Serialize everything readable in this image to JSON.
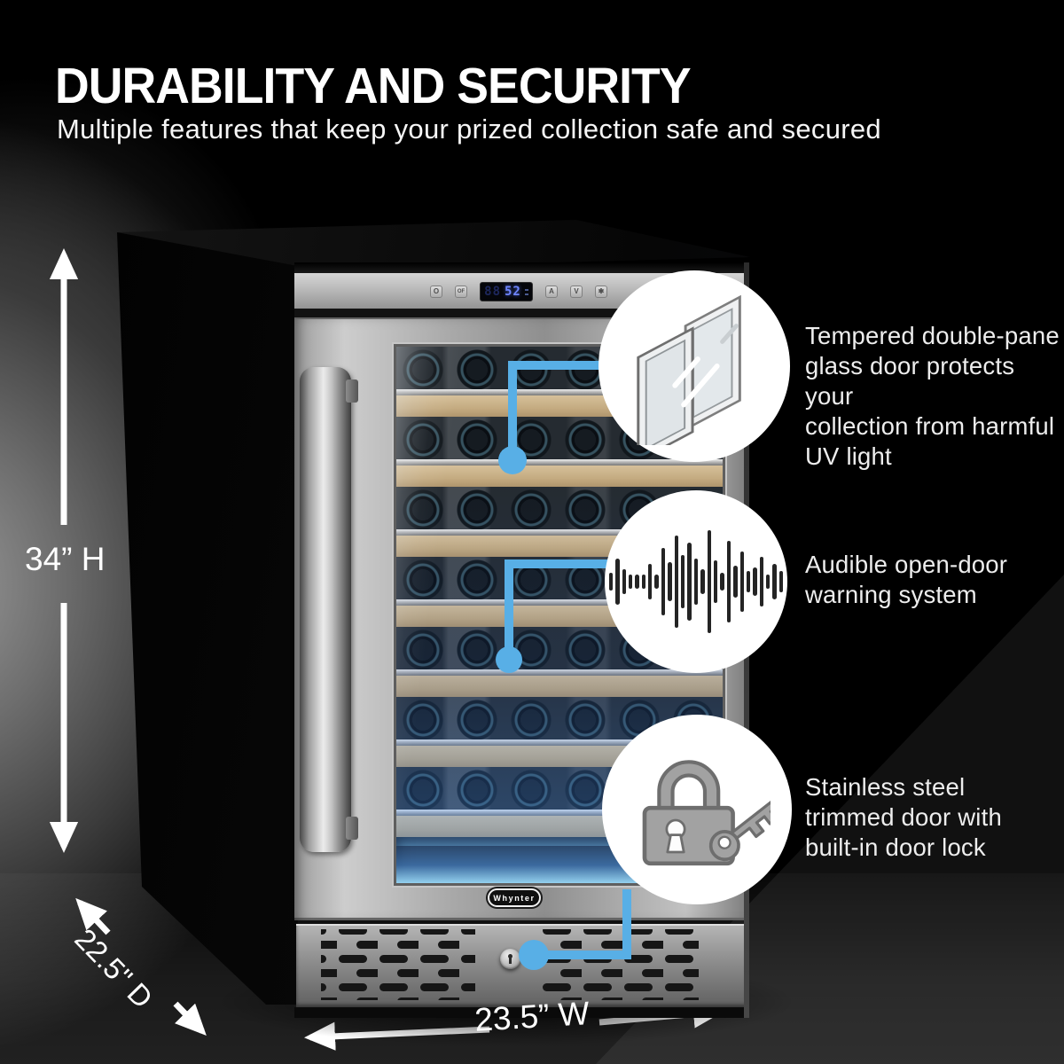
{
  "header": {
    "title": "DURABILITY AND SECURITY",
    "subtitle": "Multiple features that keep your prized collection safe and secured"
  },
  "features": [
    {
      "icon": "double-pane-glass-icon",
      "lines": [
        "Tempered double-pane",
        "glass door protects your",
        "collection from harmful",
        "UV light"
      ]
    },
    {
      "icon": "audio-waveform-icon",
      "lines": [
        "Audible open-door",
        "warning system"
      ]
    },
    {
      "icon": "lock-and-key-icon",
      "lines": [
        "Stainless steel",
        "trimmed door with",
        "built-in door lock"
      ]
    }
  ],
  "dimensions": {
    "height": "34” H",
    "depth": "22.5\" D",
    "width": "23.5” W"
  },
  "product": {
    "brand": "Whynter",
    "display": {
      "ghost": "88",
      "temp": "52"
    },
    "controls": [
      "O",
      "OF",
      "A",
      "V",
      "✱"
    ]
  },
  "icons": {
    "waveform_bars": [
      10,
      26,
      14,
      8,
      8,
      8,
      20,
      8,
      38,
      22,
      52,
      30,
      44,
      26,
      14,
      58,
      24,
      10,
      46,
      18,
      34,
      12,
      16,
      28,
      8,
      20,
      12
    ]
  },
  "colors": {
    "accent_blue": "#58afe6",
    "led_glow": "#9fdcff",
    "circle_bg": "#ffffff"
  }
}
